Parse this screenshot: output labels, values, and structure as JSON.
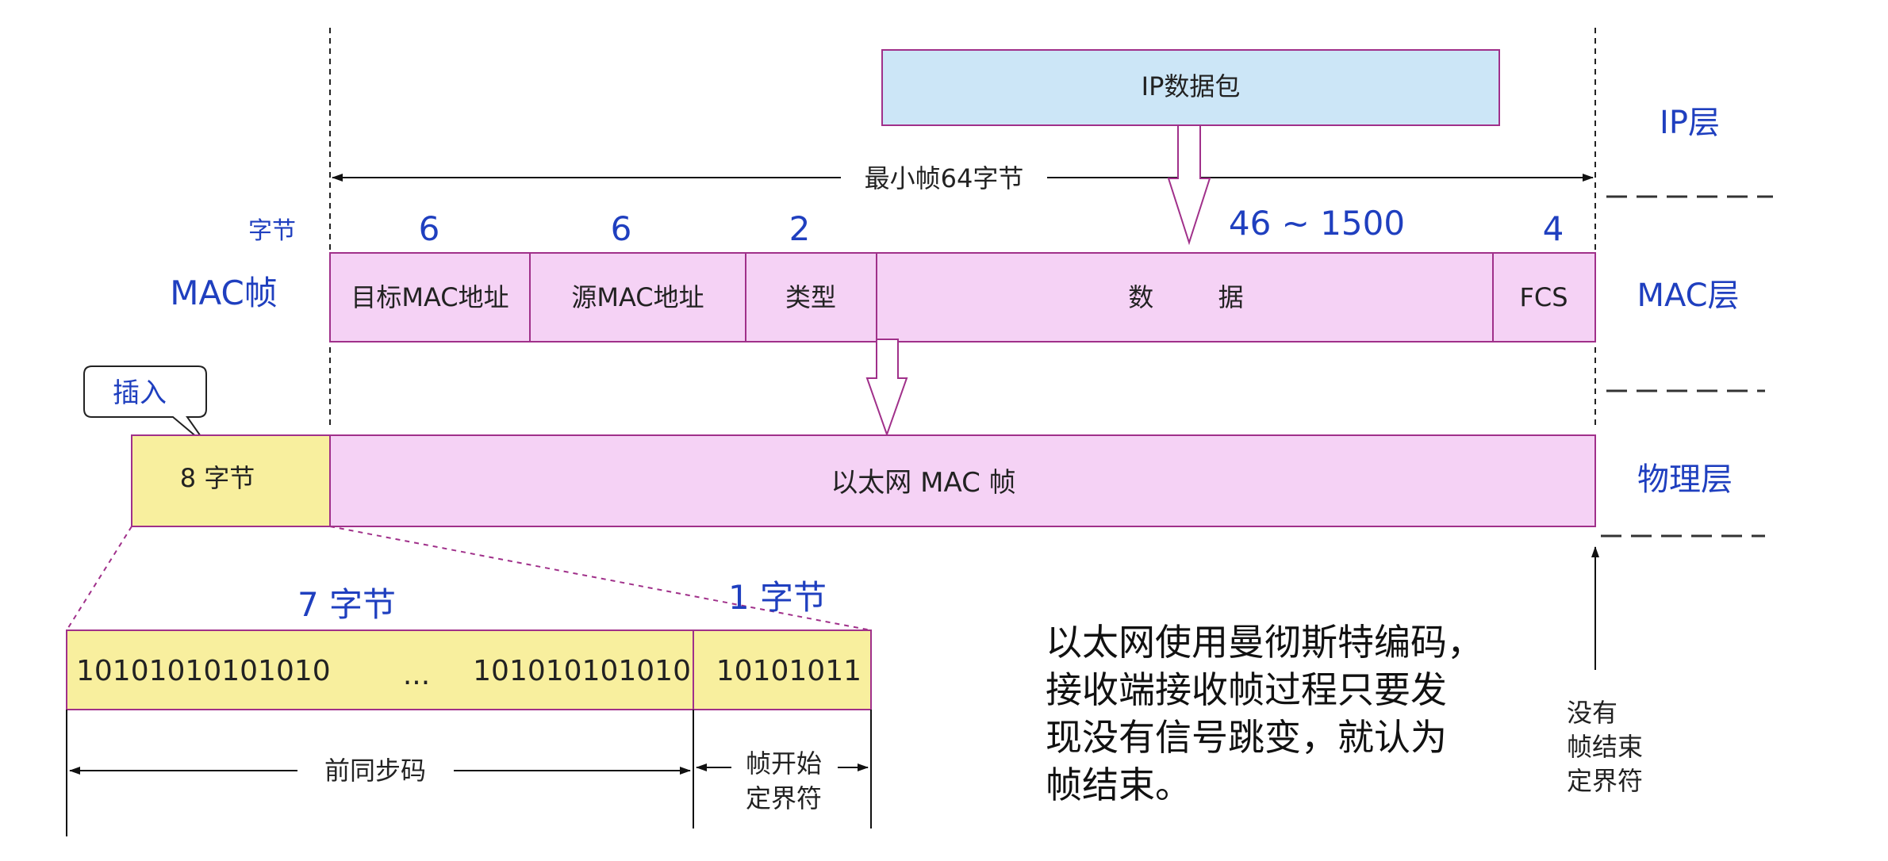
{
  "colors": {
    "ip_box_fill": "#cce6f7",
    "frame_fill": "#f5d2f5",
    "frame_stroke": "#a0308a",
    "preamble_fill": "#f8ef9e",
    "label_blue": "#1f3fbf",
    "text_dark": "#222222"
  },
  "ip_packet": "IP数据包",
  "min_frame": "最小帧64字节",
  "layers": {
    "ip": "IP层",
    "mac": "MAC层",
    "phy": "物理层"
  },
  "mac_frame": {
    "label": "MAC帧",
    "unit_label": "字节",
    "fields": [
      {
        "name": "目标MAC地址",
        "bytes": "6"
      },
      {
        "name": "源MAC地址",
        "bytes": "6"
      },
      {
        "name": "类型",
        "bytes": "2"
      },
      {
        "name": "数        据",
        "bytes": "46 ~ 1500"
      },
      {
        "name": "FCS",
        "bytes": "4"
      }
    ]
  },
  "insert_callout": "插入",
  "preamble_bytes": "8 字节",
  "ethernet_frame": "以太网 MAC 帧",
  "preamble": {
    "bytes_label_7": "7 字节",
    "bytes_label_1": "1 字节",
    "bits_left": "10101010101010",
    "ellipsis": "...",
    "bits_mid": "101010101010",
    "bits_sfd": "10101011",
    "sync_label": "前同步码",
    "sfd_label_line1": "帧开始",
    "sfd_label_line2": "定界符"
  },
  "note_lines": [
    "以太网使用曼彻斯特编码，",
    "接收端接收帧过程只要发",
    "现没有信号跳变，就认为",
    "帧结束。"
  ],
  "no_end_delimiter": [
    "没有",
    "帧结束",
    "定界符"
  ]
}
